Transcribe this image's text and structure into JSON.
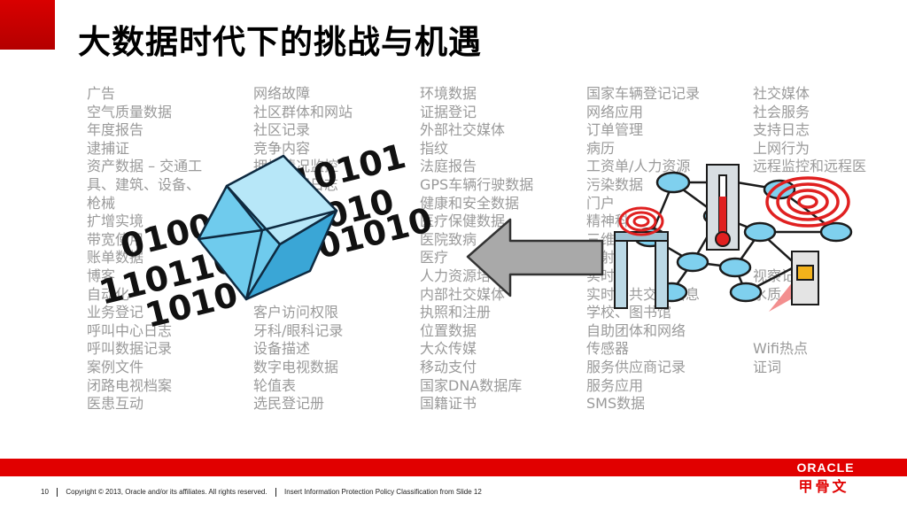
{
  "slide": {
    "title": "大数据时代下的挑战与机遇",
    "columns": [
      [
        "广告",
        "空气质量数据",
        "年度报告",
        "逮捕证",
        "资产数据 – 交通工",
        "具、建筑、设备、",
        "枪械",
        "扩增实境",
        "带宽使用",
        "账单数据",
        "博客",
        "自动化",
        "业务登记",
        "呼叫中心日志",
        "呼叫数据记录",
        "案例文件",
        "闭路电视档案",
        "医患互动"
      ],
      [
        "网络故障",
        "社区群体和网站",
        "社区记录",
        "竞争内容",
        "拥堵情况监控",
        "内容访问日志",
        "",
        "",
        "",
        "",
        "",
        "",
        "客户访问权限",
        "牙科/眼科记录",
        "设备描述",
        "数字电视数据",
        "轮值表",
        "选民登记册"
      ],
      [
        "环境数据",
        "证据登记",
        "外部社交媒体",
        "指纹",
        "法庭报告",
        "GPS车辆行驶数据",
        "健康和安全数据",
        "医疗保健数据",
        "医院致病",
        "医疗",
        "人力资源培训",
        "内部社交媒体",
        "执照和注册",
        "位置数据",
        "大众传媒",
        "移动支付",
        "国家DNA数据库",
        "国籍证书"
      ],
      [
        "国家车辆登记记录",
        "网络应用",
        "订单管理",
        "病历",
        "工资单/人力资源",
        "污染数据",
        "门户",
        "精神科",
        "三维",
        "放射",
        "实时",
        "实时公共交通信息",
        "学校、图书馆",
        "自助团体和网络",
        "传感器",
        "服务供应商记录",
        "服务应用",
        "SMS数据"
      ],
      [
        "社交媒体",
        "社会服务",
        "支持日志",
        "上网行为",
        "远程监控和远程医",
        "",
        "",
        "",
        "",
        "",
        "视察记",
        "水质",
        "",
        "",
        "Wifi热点",
        "证词"
      ]
    ],
    "binary_text": [
      "01001",
      "110110",
      "1010",
      "10101",
      "010",
      "01010"
    ]
  },
  "footer": {
    "page_number": "10",
    "copyright": "Copyright © 2013, Oracle and/or its affiliates. All rights reserved.",
    "classification": "Insert Information Protection Policy Classification from Slide 12"
  },
  "logo": {
    "brand": "ORACLE",
    "brand_cn": "甲骨文"
  },
  "colors": {
    "accent_red": "#e10000",
    "text_gray": "#9a9a9a",
    "cube_blue": "#5fc4e8",
    "node_blue": "#7fd0ee"
  }
}
